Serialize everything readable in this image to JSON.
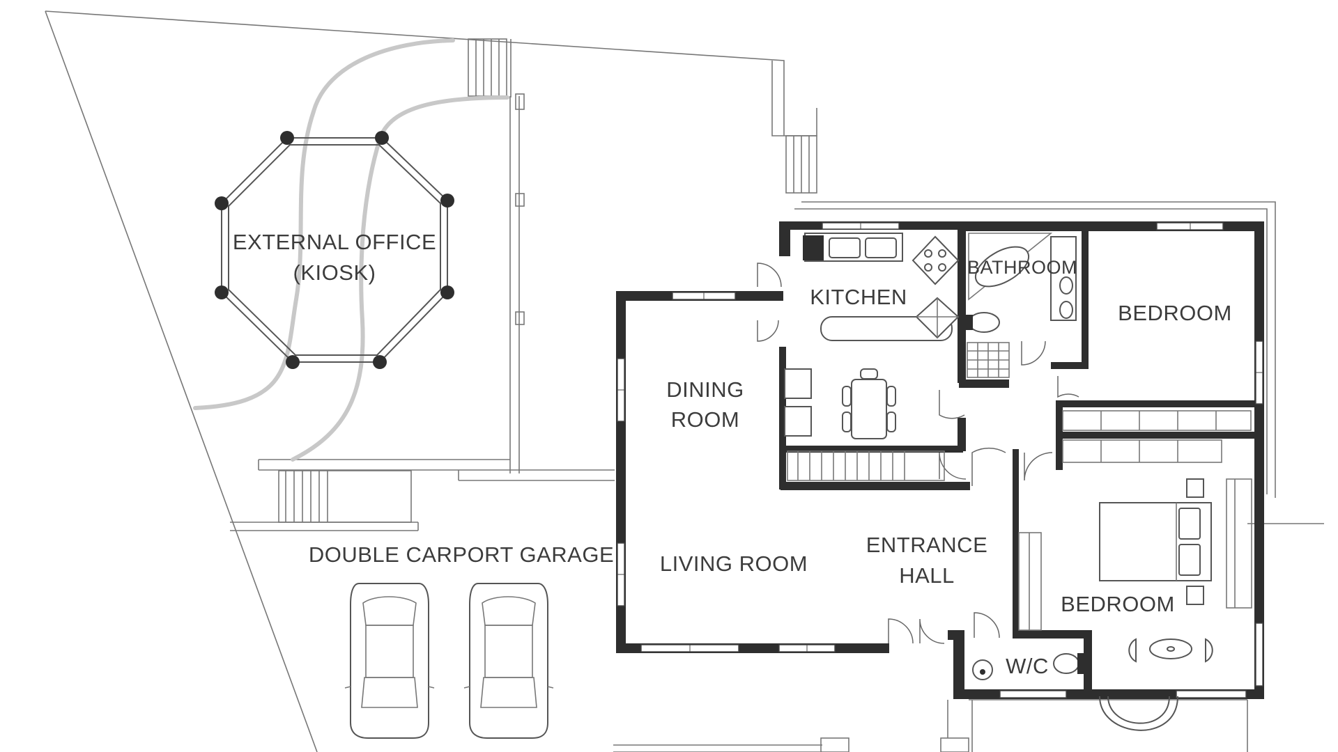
{
  "labels": {
    "external_office": "EXTERNAL OFFICE",
    "kiosk": "(KIOSK)",
    "kitchen": "KITCHEN",
    "bathroom": "BATHROOM",
    "bedroom_top": "BEDROOM",
    "dining_1": "DINING",
    "dining_2": "ROOM",
    "living_room": "LIVING ROOM",
    "entrance_1": "ENTRANCE",
    "entrance_2": "HALL",
    "carport": "DOUBLE CARPORT GARAGE",
    "bedroom_bottom": "BEDROOM",
    "wc": "W/C"
  },
  "colors": {
    "wall": "#2e2e2e",
    "text": "#3c3c3c",
    "path": "#c8c8c8"
  }
}
